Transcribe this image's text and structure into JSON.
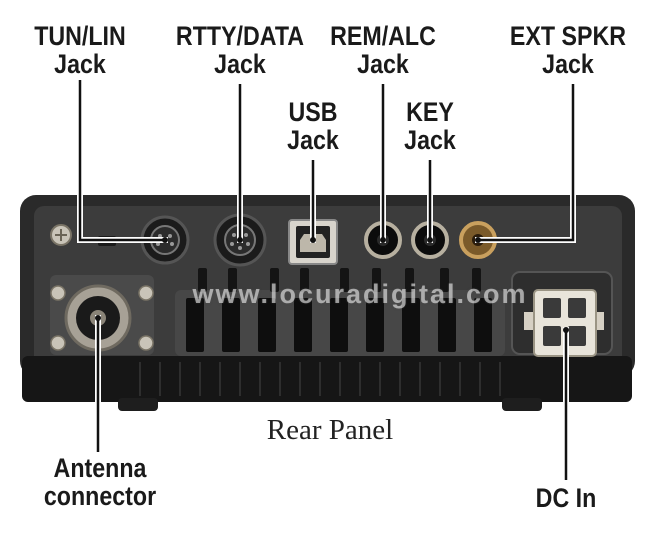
{
  "labels": {
    "tun_lin": [
      "TUN/LIN",
      "Jack"
    ],
    "rtty_data": [
      "RTTY/DATA",
      "Jack"
    ],
    "usb": [
      "USB",
      "Jack"
    ],
    "rem_alc": [
      "REM/ALC",
      "Jack"
    ],
    "key": [
      "KEY",
      "Jack"
    ],
    "ext_spkr": [
      "EXT SPKR",
      "Jack"
    ],
    "antenna": [
      "Antenna",
      "connector"
    ],
    "dc_in": "DC In"
  },
  "caption": "Rear Panel",
  "watermark": "www.locuradigital.com"
}
